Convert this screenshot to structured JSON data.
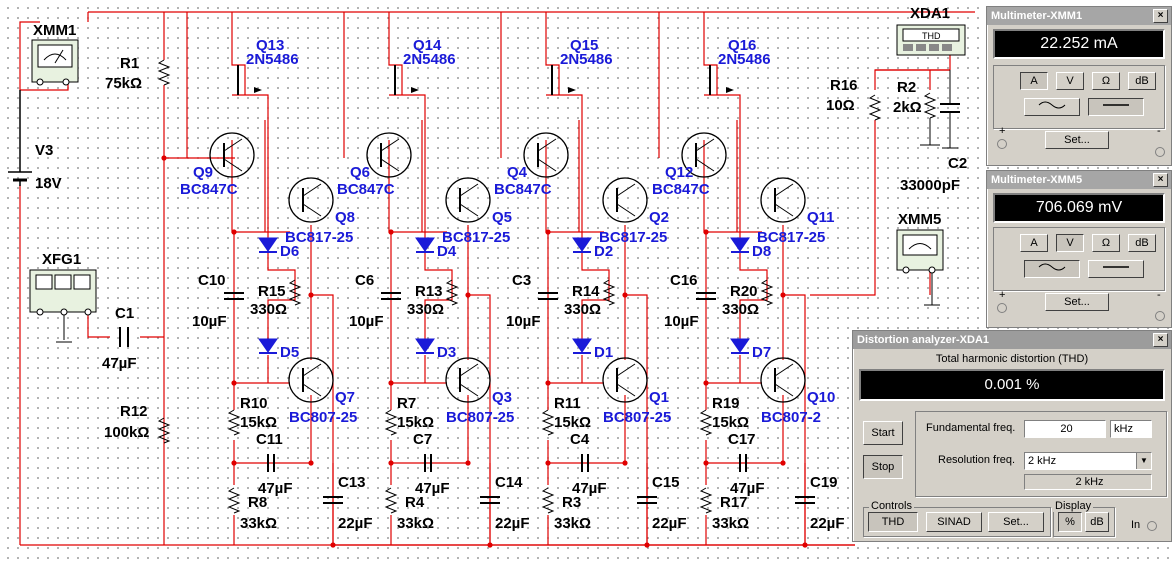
{
  "instruments": {
    "xmm1": {
      "name": "XMM1"
    },
    "xfg1": {
      "name": "XFG1"
    },
    "xda1": {
      "name": "XDA1",
      "screen": "THD"
    },
    "xmm5": {
      "name": "XMM5"
    }
  },
  "components": {
    "v3": {
      "ref": "V3",
      "value": "18V"
    },
    "r1": {
      "ref": "R1",
      "value": "75kΩ"
    },
    "r12": {
      "ref": "R12",
      "value": "100kΩ"
    },
    "c1": {
      "ref": "C1",
      "value": "47µF"
    },
    "r16": {
      "ref": "R16",
      "value": "10Ω"
    },
    "r2": {
      "ref": "R2",
      "value": "2kΩ"
    },
    "c2": {
      "ref": "C2",
      "value": "33000pF"
    },
    "stages": [
      {
        "jfet": "Q13",
        "jfet_part": "2N5486",
        "qtop": "Q9",
        "qtop_part": "BC847C",
        "qout": "Q8",
        "qout_part": "BC817-25",
        "dtop": "D6",
        "dbot": "D5",
        "cbyp": "C10",
        "cbyp_val": "10µF",
        "rpot": "R15",
        "rpot_val": "330Ω",
        "qbot": "Q7",
        "qbot_part": "BC807-25",
        "re": "R10",
        "re_val": "15kΩ",
        "cc": "C11",
        "cc_val": "47µF",
        "rb": "R8",
        "rb_val": "33kΩ",
        "cout": "C13",
        "cout_val": "22µF"
      },
      {
        "jfet": "Q14",
        "jfet_part": "2N5486",
        "qtop": "Q6",
        "qtop_part": "BC847C",
        "qout": "Q5",
        "qout_part": "BC817-25",
        "dtop": "D4",
        "dbot": "D3",
        "cbyp": "C6",
        "cbyp_val": "10µF",
        "rpot": "R13",
        "rpot_val": "330Ω",
        "qbot": "Q3",
        "qbot_part": "BC807-25",
        "re": "R7",
        "re_val": "15kΩ",
        "cc": "C7",
        "cc_val": "47µF",
        "rb": "R4",
        "rb_val": "33kΩ",
        "cout": "C14",
        "cout_val": "22µF"
      },
      {
        "jfet": "Q15",
        "jfet_part": "2N5486",
        "qtop": "Q4",
        "qtop_part": "BC847C",
        "qout": "Q2",
        "qout_part": "BC817-25",
        "dtop": "D2",
        "dbot": "D1",
        "cbyp": "C3",
        "cbyp_val": "10µF",
        "rpot": "R14",
        "rpot_val": "330Ω",
        "qbot": "Q1",
        "qbot_part": "BC807-25",
        "re": "R11",
        "re_val": "15kΩ",
        "cc": "C4",
        "cc_val": "47µF",
        "rb": "R3",
        "rb_val": "33kΩ",
        "cout": "C15",
        "cout_val": "22µF"
      },
      {
        "jfet": "Q16",
        "jfet_part": "2N5486",
        "qtop": "Q12",
        "qtop_part": "BC847C",
        "qout": "Q11",
        "qout_part": "BC817-25",
        "dtop": "D8",
        "dbot": "D7",
        "cbyp": "C16",
        "cbyp_val": "10µF",
        "rpot": "R20",
        "rpot_val": "330Ω",
        "qbot": "Q10",
        "qbot_part": "BC807-2",
        "re": "R19",
        "re_val": "15kΩ",
        "cc": "C17",
        "cc_val": "47µF",
        "rb": "R17",
        "rb_val": "33kΩ",
        "cout": "C19",
        "cout_val": "22µF"
      }
    ]
  },
  "mm1": {
    "title": "Multimeter-XMM1",
    "reading": "22.252 mA",
    "mode_buttons": [
      "A",
      "V",
      "Ω",
      "dB"
    ],
    "selected_mode": "A",
    "coupling": "DC",
    "set_label": "Set...",
    "plus": "+",
    "minus": "-"
  },
  "mm5": {
    "title": "Multimeter-XMM5",
    "reading": "706.069 mV",
    "mode_buttons": [
      "A",
      "V",
      "Ω",
      "dB"
    ],
    "selected_mode": "V",
    "coupling": "AC",
    "set_label": "Set...",
    "plus": "+",
    "minus": "-"
  },
  "da": {
    "title": "Distortion analyzer-XDA1",
    "heading": "Total harmonic distortion (THD)",
    "reading": "0.001 %",
    "start_label": "Start",
    "stop_label": "Stop",
    "fund_label": "Fundamental freq.",
    "fund_value": "20",
    "fund_unit": "kHz",
    "res_label": "Resolution freq.",
    "res_value": "2 kHz",
    "res_display": "2 kHz",
    "controls_label": "Controls",
    "thd_label": "THD",
    "sinad_label": "SINAD",
    "set_label": "Set...",
    "display_label": "Display",
    "pct_label": "%",
    "db_label": "dB",
    "in_label": "In"
  },
  "colors": {
    "wire": "#e00000",
    "text": "#1a1ad8",
    "parts": "#000000",
    "lcd": "#000000"
  }
}
